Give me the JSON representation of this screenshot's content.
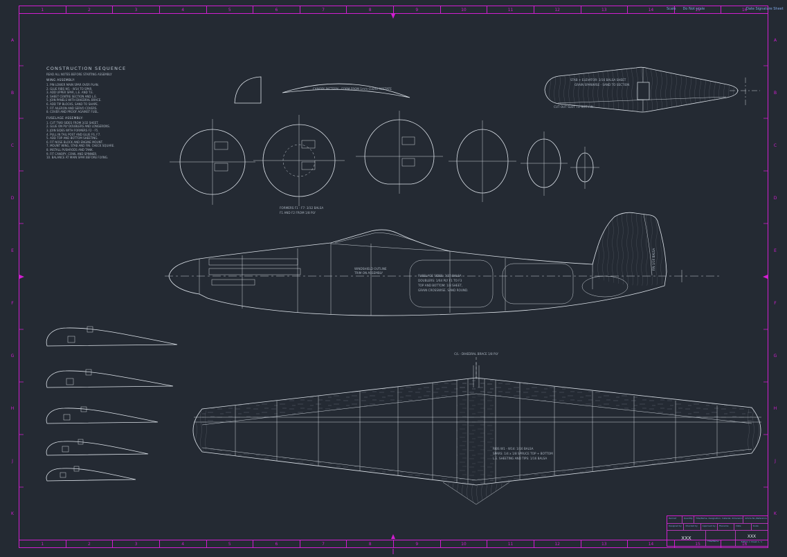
{
  "frame": {
    "top_numbers": [
      "1",
      "2",
      "3",
      "4",
      "5",
      "6",
      "7",
      "8",
      "9",
      "10",
      "11",
      "12",
      "13",
      "14",
      "15",
      "16"
    ],
    "bottom_numbers": [
      "1",
      "2",
      "3",
      "4",
      "5",
      "6",
      "7",
      "8",
      "9",
      "10",
      "11",
      "12",
      "13",
      "14",
      "15",
      "16"
    ],
    "left_letters": [
      "A",
      "B",
      "C",
      "D",
      "E",
      "F",
      "G",
      "H",
      "J",
      "K"
    ],
    "right_letters": [
      "A",
      "B",
      "C",
      "D",
      "E",
      "F",
      "G",
      "H",
      "J",
      "K"
    ]
  },
  "corner": {
    "scale_label": "Scale",
    "scale_value": "Do Not scale",
    "right_text": "Date    Signature    Sheet"
  },
  "notes": {
    "title": "CONSTRUCTION SEQUENCE",
    "intro": "READ ALL NOTES BEFORE STARTING ASSEMBLY",
    "wing_heading": "WING ASSEMBLY:",
    "wing_steps": [
      "1. PIN LOWER MAIN SPAR OVER PLAN.",
      "2. GLUE RIBS W1 - W14 TO SPAR.",
      "3. ADD UPPER SPAR, L.E. AND T.E.",
      "4. SHEET CENTRE SECTION AND L.E.",
      "5. JOIN PANELS WITH DIHEDRAL BRACE.",
      "6. ADD TIP BLOCKS, SAND TO SHAPE.",
      "7. FIT AILERON AND SERVO COVERS.",
      "8. COVER AND PROOF AGAINST FUEL."
    ],
    "fus_heading": "FUSELAGE ASSEMBLY:",
    "fus_steps": [
      "1. CUT TWO SIDES FROM 3/32 SHEET.",
      "2. GLUE ON PLY DOUBLERS AND LONGERONS.",
      "3. JOIN SIDES WITH FORMERS F2 - F5.",
      "4. PULL IN TAIL POST AND GLUE F6, F7.",
      "5. ADD TOP AND BOTTOM SHEETING.",
      "6. FIT NOSE BLOCK AND ENGINE MOUNT.",
      "7. MOUNT WING, STAB AND FIN. CHECK SQUARE.",
      "8. INSTALL PUSHRODS AND TANK.",
      "9. FIT CANOPY, COWL AND SPINNER.",
      "10. BALANCE AT MAIN SPAR BEFORE FLYING."
    ]
  },
  "templates": {
    "canopy_label": "CANOPY PATTERN - FORM FROM 1mm CLEAR ACETATE"
  },
  "tail": {
    "note1": "STAB + ELEVATOR: 3/16 BALSA SHEET",
    "note2": "GRAIN SPANWISE - SAND TO SECTION",
    "note3": "CUT OUT SLOT TO SUIT FIN"
  },
  "formers": {
    "note1": "FORMERS F1 - F7: 3/32 BALSA",
    "note2": "F1 AND F2 FROM 1/8 PLY"
  },
  "fuselage": {
    "cockpit_note1": "WINDSHIELD OUTLINE",
    "cockpit_note2": "TRIM ON ASSEMBLY",
    "notes": [
      "FUSELAGE SIDES: 3/32 BALSA",
      "DOUBLERS: 1/64 PLY F1 TO F3",
      "TOP AND BOTTOM: 1/8 SHEET,",
      "GRAIN CROSSWISE. SAND ROUND."
    ],
    "fin_note": "FIN 3/16 BALSA"
  },
  "wing": {
    "center_note": "C/L - DIHEDRAL BRACE 1/8 PLY",
    "notes": [
      "RIBS W1 - W14: 1/16 BALSA",
      "SPARS: 1/4 x 1/8 SPRUCE TOP + BOTTOM",
      "L.E. SHEETING AND TIPS: 1/16 BALSA"
    ]
  },
  "titleblock": {
    "row1": [
      "Itemref",
      "Quantity",
      "Title/Name, designation, material, dimension etc",
      "Article No./Reference"
    ],
    "row2": [
      "Designed by",
      "Checked by",
      "Approved by - date",
      "Filename",
      "Date",
      "Scale"
    ],
    "owner_value": "XXX",
    "title_label": "Title/Name",
    "number_value": "XXX",
    "edition_label": "Edition",
    "edition_value": "1",
    "sheet_label": "Sheet",
    "sheet_value": "1 / 1"
  }
}
